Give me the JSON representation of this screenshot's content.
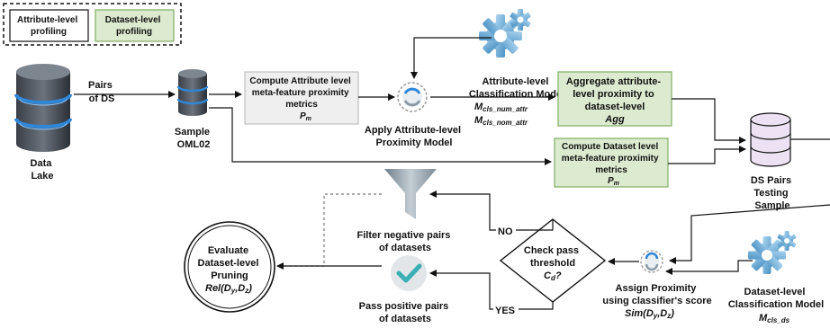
{
  "legend": {
    "attr_profiling": [
      "Attribute-level",
      "profiling"
    ],
    "ds_profiling": [
      "Dataset-level",
      "profiling"
    ]
  },
  "nodes": {
    "data_lake": [
      "Data",
      "Lake"
    ],
    "pairs_of_ds": [
      "Pairs",
      "of DS"
    ],
    "sample": [
      "Sample",
      "OML02"
    ],
    "compute_attr": [
      "Compute Attribute level",
      "meta-feature proximity",
      "metrics"
    ],
    "compute_attr_var": "P",
    "compute_attr_sub": "m",
    "apply_attr_model": [
      "Apply Attribute-level",
      "Proximity Model"
    ],
    "attr_model": [
      "Attribute-level",
      "Classification Model"
    ],
    "attr_model_var1": "M",
    "attr_model_sub1": "cls_num_attr",
    "attr_model_var2": "M",
    "attr_model_sub2": "cls_nom_attr",
    "aggregate": [
      "Aggregate attribute-",
      "level proximity to",
      "dataset-level"
    ],
    "aggregate_var": "Agg",
    "compute_ds": [
      "Compute Dataset level",
      "meta-feature proximity",
      "metrics"
    ],
    "compute_ds_var": "P",
    "compute_ds_sub": "m",
    "ds_pairs": [
      "DS Pairs",
      "Testing",
      "Sample"
    ],
    "filter_neg": [
      "Filter negative pairs",
      "of datasets"
    ],
    "check": [
      "Check pass",
      "threshold"
    ],
    "check_var": "C",
    "check_sub": "d",
    "check_q": "?",
    "no_label": "NO",
    "yes_label": "YES",
    "assign": [
      "Assign Proximity",
      "using classifier's score"
    ],
    "assign_var": "Sim(D",
    "assign_sub1": "y",
    "assign_mid": ",D",
    "assign_sub2": "z",
    "assign_end": ")",
    "ds_model": [
      "Dataset-level",
      "Classification Model"
    ],
    "ds_model_var": "M",
    "ds_model_sub": "cls_ds",
    "pass_pos": [
      "Pass positive pairs",
      "of datasets"
    ],
    "evaluate": [
      "Evaluate",
      "Dataset-level",
      "Pruning"
    ],
    "evaluate_var": "Rel(D",
    "evaluate_sub1": "y",
    "evaluate_mid": ",D",
    "evaluate_sub2": "z",
    "evaluate_end": ")"
  },
  "colors": {
    "attr_box_fill": "#efefef",
    "ds_box_fill": "#dcebd0",
    "ds_box_stroke": "#7fae63",
    "gear": "#6aaed6",
    "db_blue": "#2f86d6",
    "check_teal": "#3ab0b4",
    "funnel": "#8a9aa6"
  }
}
